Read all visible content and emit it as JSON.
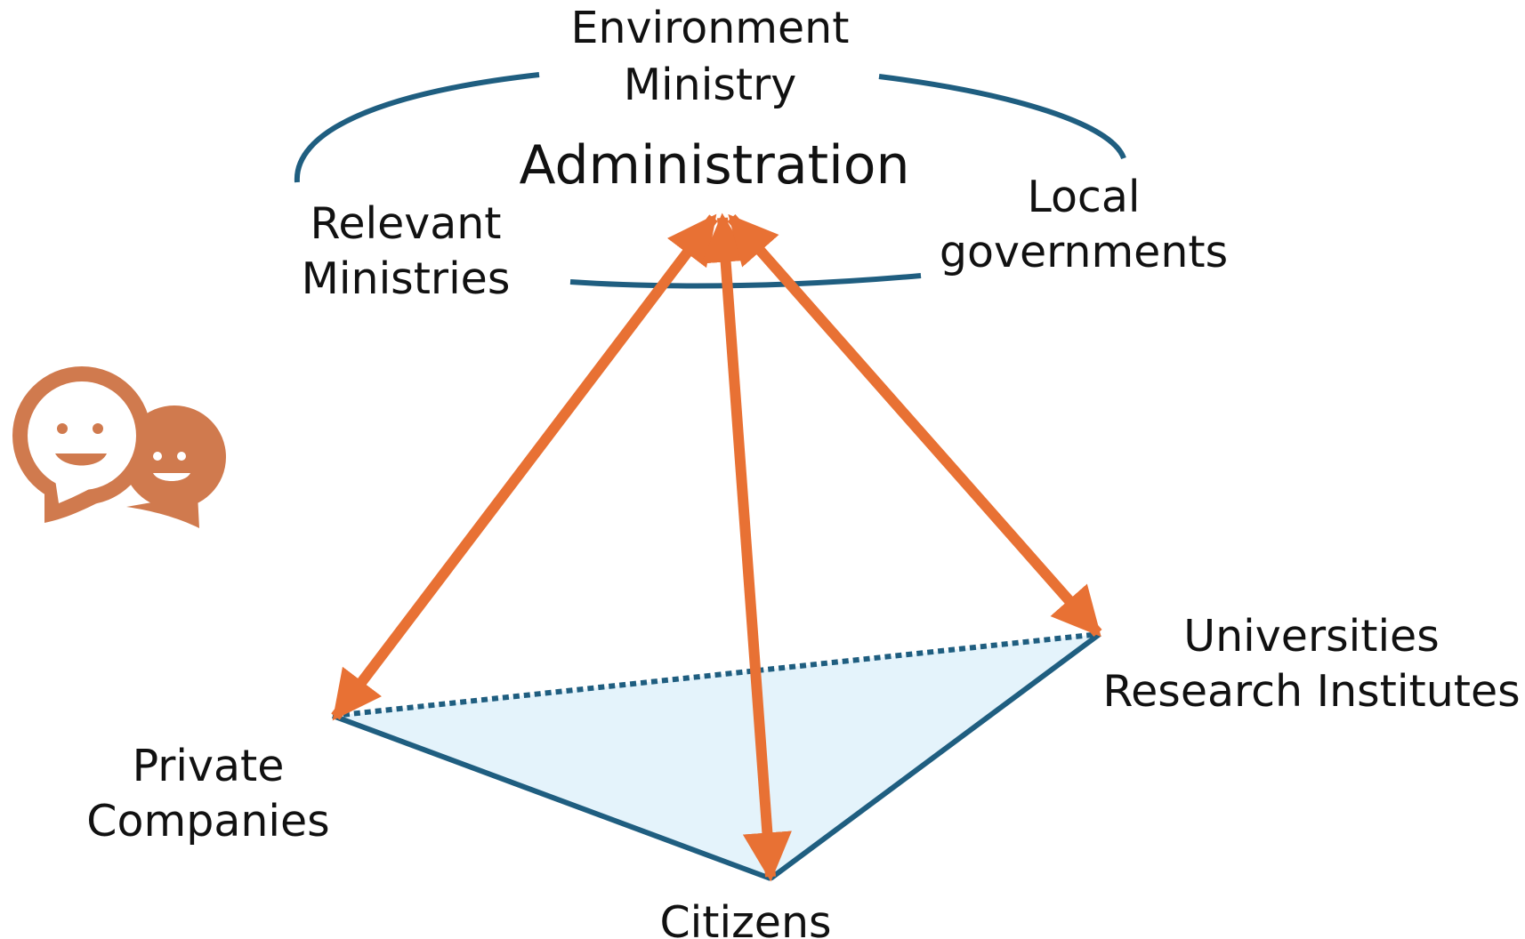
{
  "labels": {
    "environment_line1": "Environment",
    "environment_line2": "Ministry",
    "administration": "Administration",
    "relevant_line1": "Relevant",
    "relevant_line2": "Ministries",
    "local_line1": "Local",
    "local_line2": "governments",
    "universities_line1": "Universities",
    "universities_line2": "Research Institutes",
    "private_line1": "Private",
    "private_line2": "Companies",
    "citizens": "Citizens"
  },
  "icon": {
    "name": "chat-bubbles-smiley-icon",
    "color": "#D07A4E"
  },
  "colors": {
    "arrow": "#E87134",
    "ring": "#1F5E80",
    "base_fill": "#E4F3FB",
    "base_stroke": "#1F5E80",
    "text": "#111111"
  }
}
